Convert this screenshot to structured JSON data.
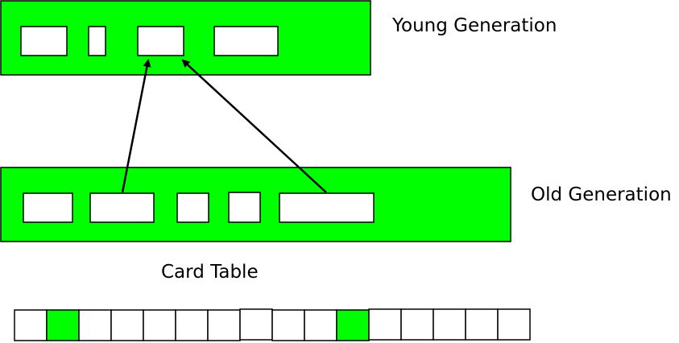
{
  "labels": {
    "young_generation": "Young Generation",
    "old_generation": "Old Generation",
    "card_table": "Card Table"
  },
  "colors": {
    "region_fill": "#00ff00",
    "object_fill": "#ffffff",
    "stroke": "#000000",
    "dirty_card": "#00ff00",
    "clean_card": "#ffffff"
  },
  "young_generation": {
    "object_count": 4
  },
  "old_generation": {
    "object_count": 5
  },
  "references": [
    {
      "from": "old-object-2",
      "to": "young-object-3"
    },
    {
      "from": "old-object-5",
      "to": "young-object-3"
    }
  ],
  "card_table": {
    "cards": [
      {
        "state": "clean"
      },
      {
        "state": "dirty"
      },
      {
        "state": "clean"
      },
      {
        "state": "clean"
      },
      {
        "state": "clean"
      },
      {
        "state": "clean"
      },
      {
        "state": "clean"
      },
      {
        "state": "clean"
      },
      {
        "state": "clean"
      },
      {
        "state": "clean"
      },
      {
        "state": "dirty"
      },
      {
        "state": "clean"
      },
      {
        "state": "clean"
      },
      {
        "state": "clean"
      },
      {
        "state": "clean"
      },
      {
        "state": "clean"
      }
    ]
  }
}
